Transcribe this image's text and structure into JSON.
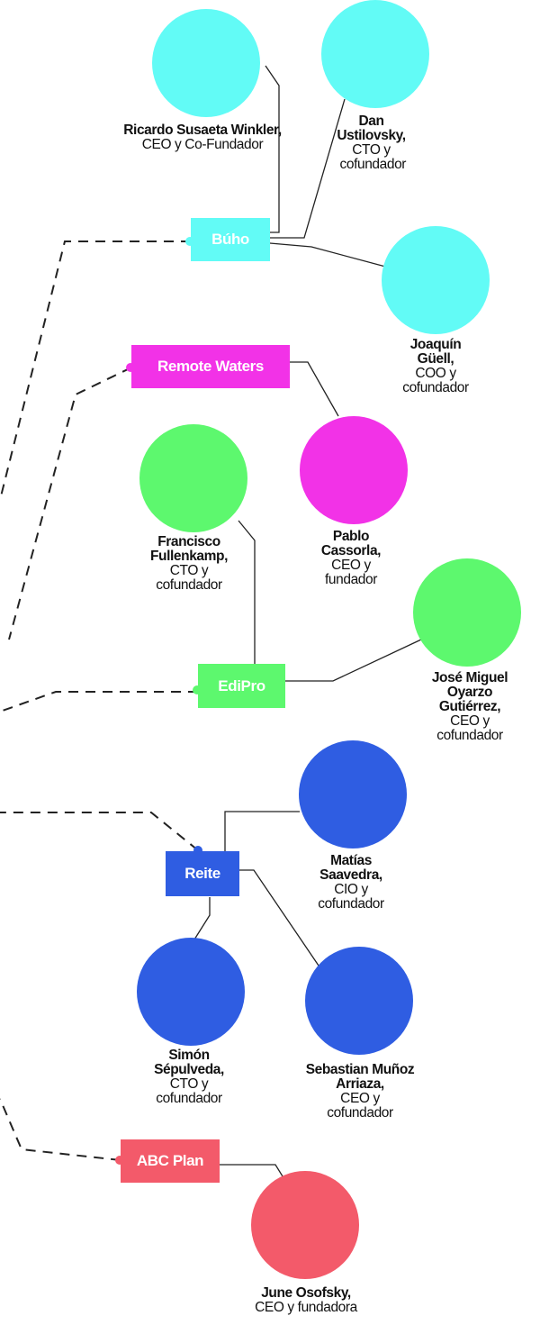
{
  "colors": {
    "buho": "#62fbf6",
    "remote_waters": "#f232e7",
    "edipro": "#5df86e",
    "reite": "#2f5de2",
    "abc_plan": "#f35a6a",
    "line": "#222222"
  },
  "startups": {
    "buho": "Búho",
    "remote_waters": "Remote Waters",
    "edipro": "EdiPro",
    "reite": "Reite",
    "abc_plan": "ABC Plan"
  },
  "people": {
    "ricardo": {
      "name": "Ricardo Susaeta Winkler,",
      "role": "CEO y Co-Fundador"
    },
    "dan": {
      "name": "Dan Ustilovsky,",
      "role": "CTO y cofundador"
    },
    "joaquin": {
      "name": "Joaquín Güell,",
      "role": "COO y cofundador"
    },
    "pablo": {
      "name": "Pablo Cassorla,",
      "role": "CEO y fundador"
    },
    "francisco": {
      "name": "Francisco Fullenkamp,",
      "role": "CTO y cofundador"
    },
    "jose": {
      "name": "José Miguel Oyarzo Gutiérrez,",
      "role": "CEO y cofundador"
    },
    "matias": {
      "name": "Matías Saavedra,",
      "role": "CIO y cofundador"
    },
    "simon": {
      "name": "Simón Sépulveda,",
      "role": "CTO y cofundador"
    },
    "sebastian": {
      "name": "Sebastian Muñoz Arriaza,",
      "role": "CEO y cofundador"
    },
    "june": {
      "name": "June Osofsky,",
      "role": "CEO y fundadora"
    }
  }
}
